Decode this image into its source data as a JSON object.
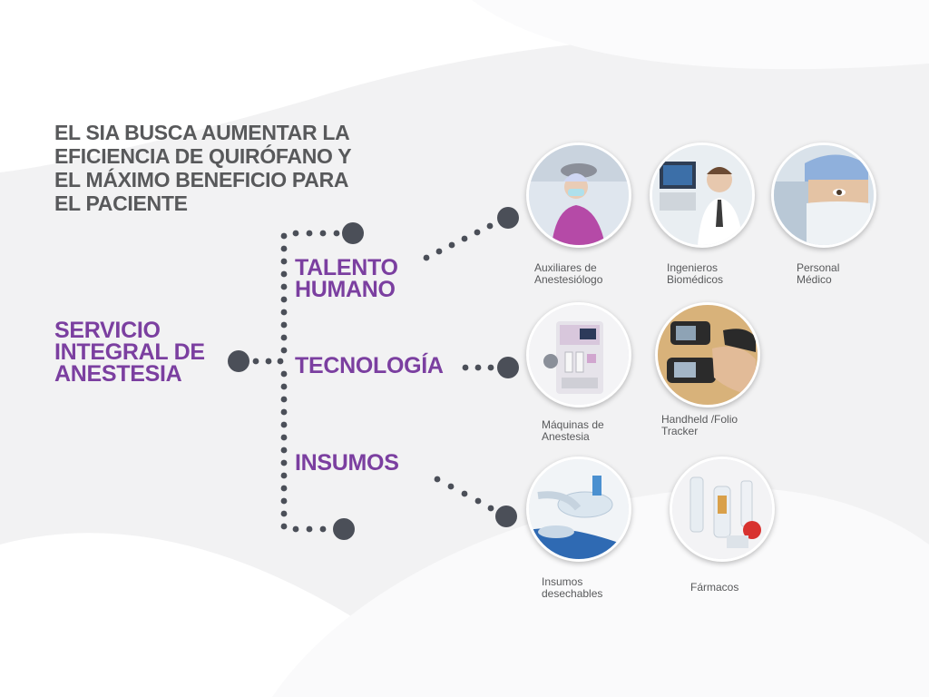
{
  "headline": "EL SIA BUSCA AUMENTAR LA\nEFICIENCIA DE QUIRÓFANO Y\nEL MÁXIMO BENEFICIO PARA\nEL PACIENTE",
  "service": "SERVICIO\nINTEGRAL DE\nANESTESIA",
  "branches": {
    "talento": "TALENTO\nHUMANO",
    "tecnologia": "TECNOLOGÍA",
    "insumos": "INSUMOS"
  },
  "items": {
    "auxiliares": "Auxiliares de\nAnestesiólogo",
    "ingenieros": "Ingenieros\nBiomédicos",
    "personal": "Personal\nMédico",
    "maquinas": "Máquinas de\nAnestesia",
    "handheld": "Handheld /Folio\nTracker",
    "desechables": "Insumos\ndesechables",
    "farmacos": "Fármacos"
  },
  "colors": {
    "purple": "#7b3fa0",
    "gray_text": "#58595b",
    "dot": "#4b4f58"
  }
}
